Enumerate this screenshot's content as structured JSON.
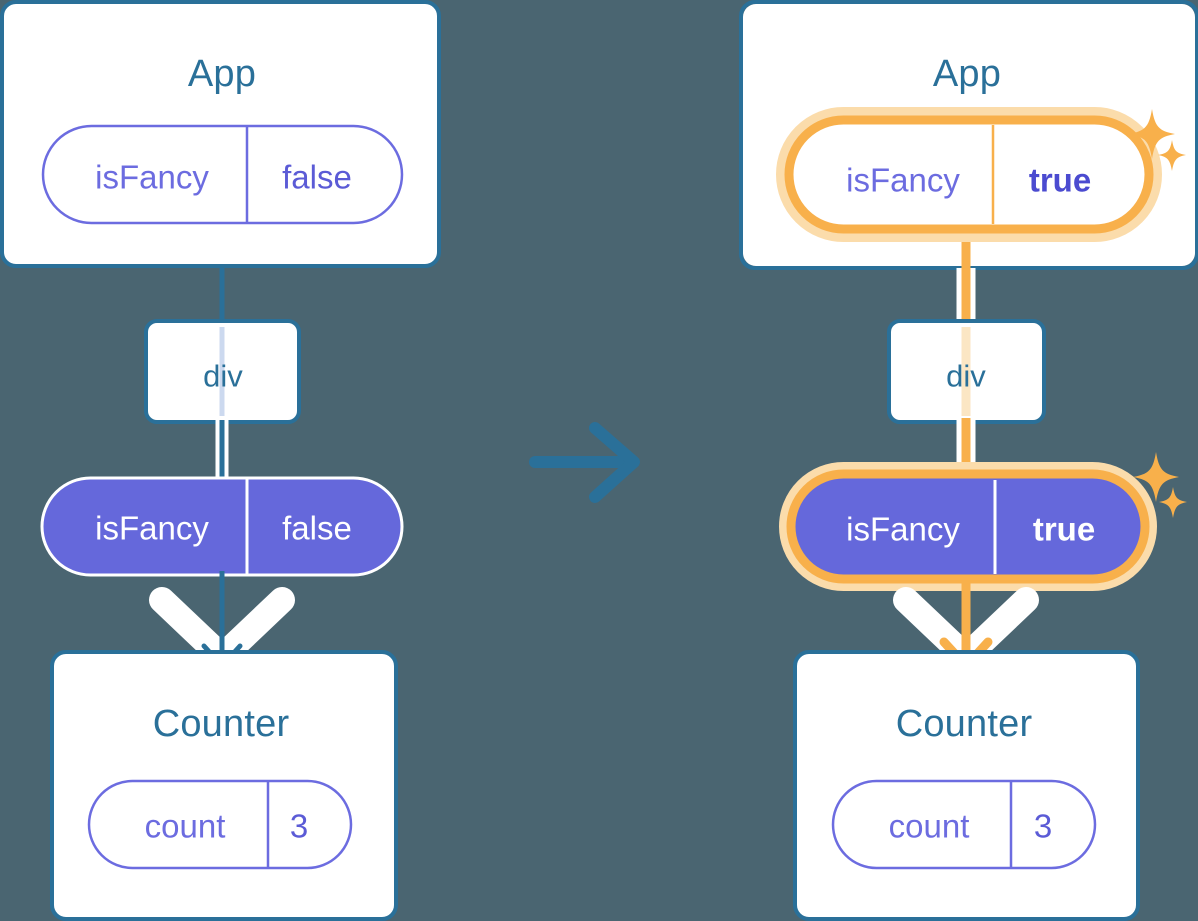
{
  "meta": {
    "theme_background": "#4a6571",
    "panel_fill": "#ffffff",
    "panel_border": "#2a7099",
    "accent_blue": "#2a7099",
    "accent_purple": "#6c6ce0",
    "pill_purple_fill": "#6568db",
    "highlight_orange": "#f8b04b",
    "highlight_orange_soft": "#fbdcab",
    "arrow_white": "#ffffff"
  },
  "transition_arrow": {
    "icon": "arrow-right-icon",
    "color": "#2a7099"
  },
  "panels": [
    {
      "id": "before",
      "app": {
        "title": "App",
        "pill": {
          "key": "isFancy",
          "value": "false",
          "style": "outline",
          "highlighted": false,
          "bold_value": false
        }
      },
      "div": {
        "title": "div"
      },
      "props_pill": {
        "key": "isFancy",
        "value": "false",
        "style": "filled",
        "highlighted": false,
        "bold_value": false
      },
      "counter": {
        "title": "Counter",
        "pill": {
          "key": "count",
          "value": "3",
          "style": "outline",
          "highlighted": false,
          "bold_value": false
        }
      },
      "connector_color": "#2a7099",
      "arrow_color": "#2a7099",
      "sparkles": []
    },
    {
      "id": "after",
      "app": {
        "title": "App",
        "pill": {
          "key": "isFancy",
          "value": "true",
          "style": "outline",
          "highlighted": true,
          "bold_value": true
        }
      },
      "div": {
        "title": "div"
      },
      "props_pill": {
        "key": "isFancy",
        "value": "true",
        "style": "filled",
        "highlighted": true,
        "bold_value": true
      },
      "counter": {
        "title": "Counter",
        "pill": {
          "key": "count",
          "value": "3",
          "style": "outline",
          "highlighted": false,
          "bold_value": false
        }
      },
      "connector_color": "#f8b04b",
      "arrow_color": "#f8b04b",
      "sparkles": [
        {
          "name": "sparkle-large-icon",
          "size": "large"
        },
        {
          "name": "sparkle-small-icon",
          "size": "small"
        }
      ]
    }
  ]
}
